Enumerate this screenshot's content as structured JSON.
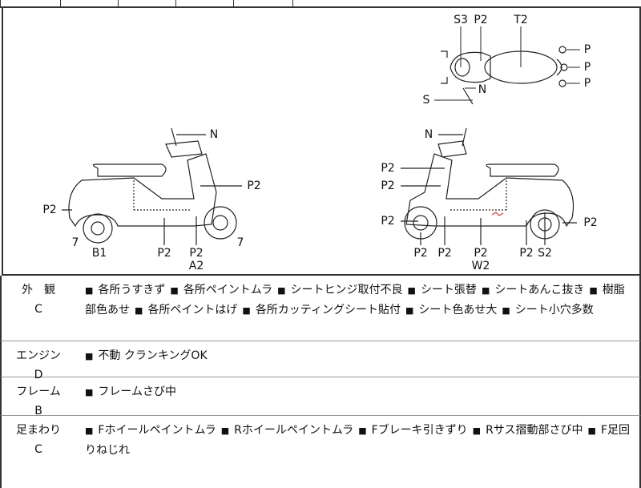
{
  "diagram": {
    "top_view": {
      "labels": [
        "S3",
        "P2",
        "T2",
        "P",
        "P",
        "P",
        "N",
        "S"
      ]
    },
    "left_view": {
      "labels": [
        "N",
        "P2",
        "P2",
        "7",
        "B1",
        "P2",
        "P2",
        "A2",
        "7"
      ]
    },
    "right_view": {
      "labels": [
        "N",
        "P2",
        "P2",
        "P2",
        "P2",
        "P2",
        "P2",
        "W2",
        "P2",
        "S2",
        "P2"
      ]
    }
  },
  "sections": [
    {
      "name": "外　観",
      "grade": "C",
      "items": [
        "各所うすきず",
        "各所ペイントムラ",
        "シートヒンジ取付不良",
        "シート張替",
        "シートあんこ抜き",
        "樹脂部色あせ",
        "各所ペイントはげ",
        "各所カッティングシート貼付",
        "シート色あせ大",
        "シート小穴多数"
      ]
    },
    {
      "name": "エンジン",
      "grade": "D",
      "items": [
        "不動 クランキングOK"
      ]
    },
    {
      "name": "フレーム",
      "grade": "B",
      "items": [
        "フレームさび中"
      ]
    },
    {
      "name": "足まわり",
      "grade": "C",
      "items": [
        "Fホイールペイントムラ",
        "Rホイールペイントムラ",
        "Fブレーキ引きずり",
        "Rサス摺動部さび中",
        "F足回りねじれ"
      ]
    }
  ],
  "bullet": "■"
}
